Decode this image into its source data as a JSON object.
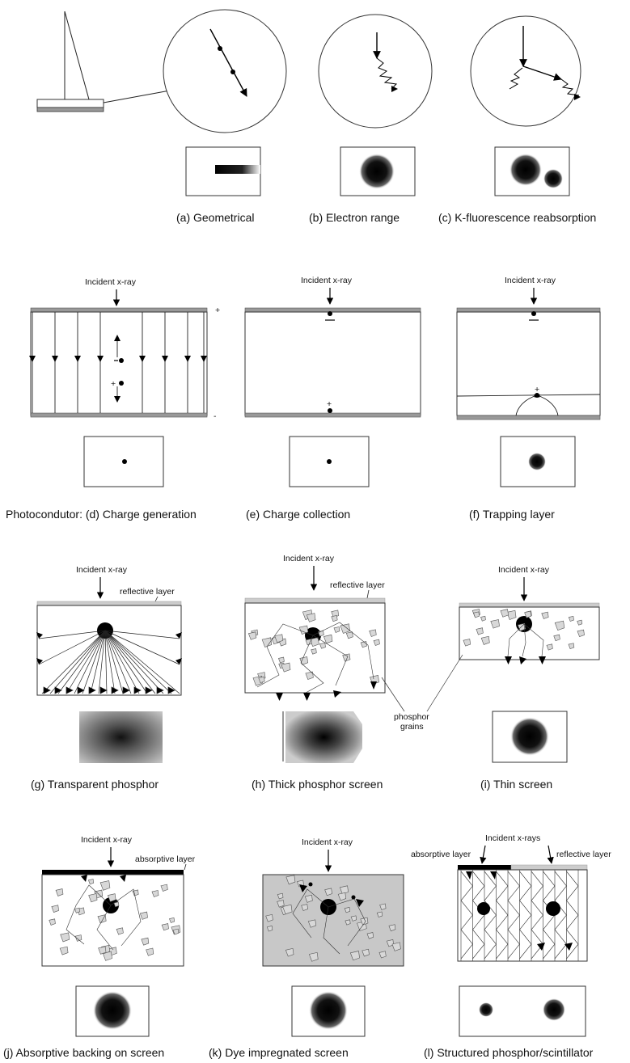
{
  "captions": {
    "a": "(a) Geometrical",
    "b": "(b) Electron range",
    "c": "(c) K-fluorescence reabsorption",
    "d": "Photocondutor: (d) Charge generation",
    "e": "(e) Charge collection",
    "f": "(f) Trapping layer",
    "g": "(g) Transparent phosphor",
    "h": "(h) Thick phosphor screen",
    "i": "(i)  Thin screen",
    "j": "(j) Absorptive backing on screen",
    "k": "(k) Dye impregnated screen",
    "l": "(l) Structured phosphor/scintillator"
  },
  "labels": {
    "incident_xray": "Incident x-ray",
    "incident_xrays": "Incident x-rays",
    "reflective_layer": "reflective layer",
    "absorptive_layer": "absorptive layer",
    "phosphor_grains_1": "phosphor",
    "phosphor_grains_2": "grains",
    "plus": "+",
    "minus": "-"
  }
}
